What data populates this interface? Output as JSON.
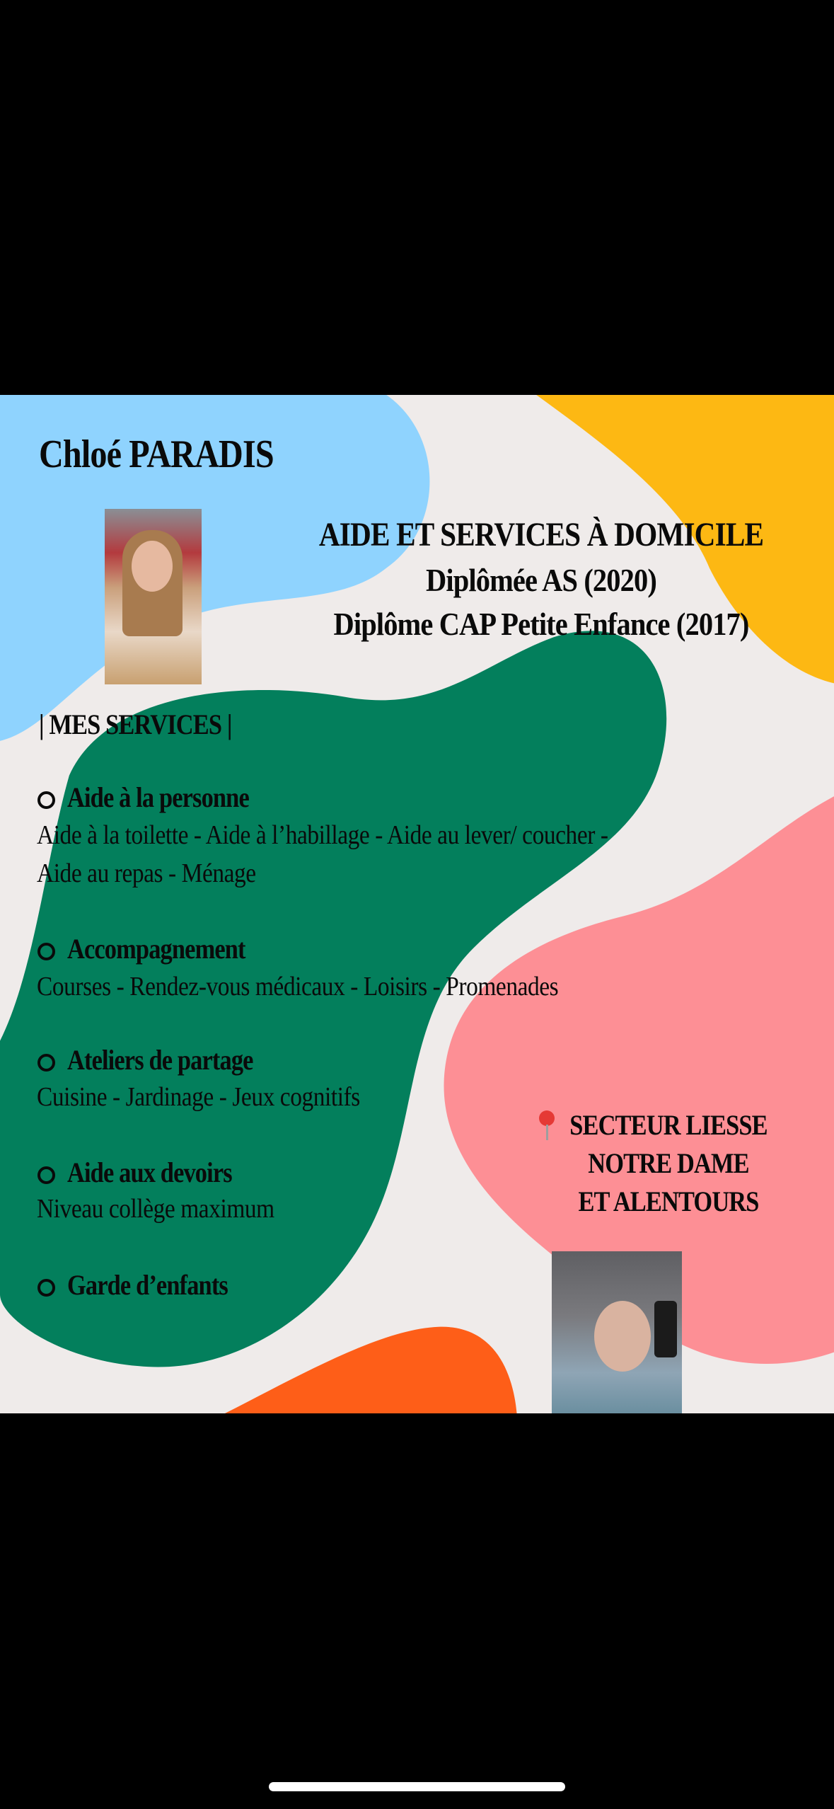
{
  "colors": {
    "background": "#efebea",
    "blue": "#8fd3fe",
    "yellow": "#fdb813",
    "green": "#037f5c",
    "pink": "#fd8f95",
    "orange": "#fe5e18",
    "text": "#0a0a0a"
  },
  "poster": {
    "name": "Chloé PARADIS",
    "headline": "AIDE ET SERVICES À DOMICILE",
    "diplomas": [
      "Diplômée AS (2020)",
      "Diplôme CAP Petite Enfance (2017)"
    ],
    "services_title": "| MES SERVICES |",
    "services": [
      {
        "title": "Aide à la personne",
        "lines": [
          "Aide à la toilette - Aide à l’habillage - Aide au lever/ coucher -",
          "Aide au repas - Ménage"
        ]
      },
      {
        "title": "Accompagnement",
        "lines": [
          "Courses - Rendez-vous médicaux - Loisirs - Promenades"
        ]
      },
      {
        "title": "Ateliers de partage",
        "lines": [
          "Cuisine - Jardinage - Jeux cognitifs"
        ]
      },
      {
        "title": "Aide aux devoirs",
        "lines": [
          "Niveau collège maximum"
        ]
      },
      {
        "title": "Garde d’enfants",
        "lines": []
      }
    ],
    "area": [
      "SECTEUR LIESSE",
      "NOTRE DAME",
      "ET ALENTOURS"
    ],
    "area_icon": "round-pushpin-icon"
  }
}
